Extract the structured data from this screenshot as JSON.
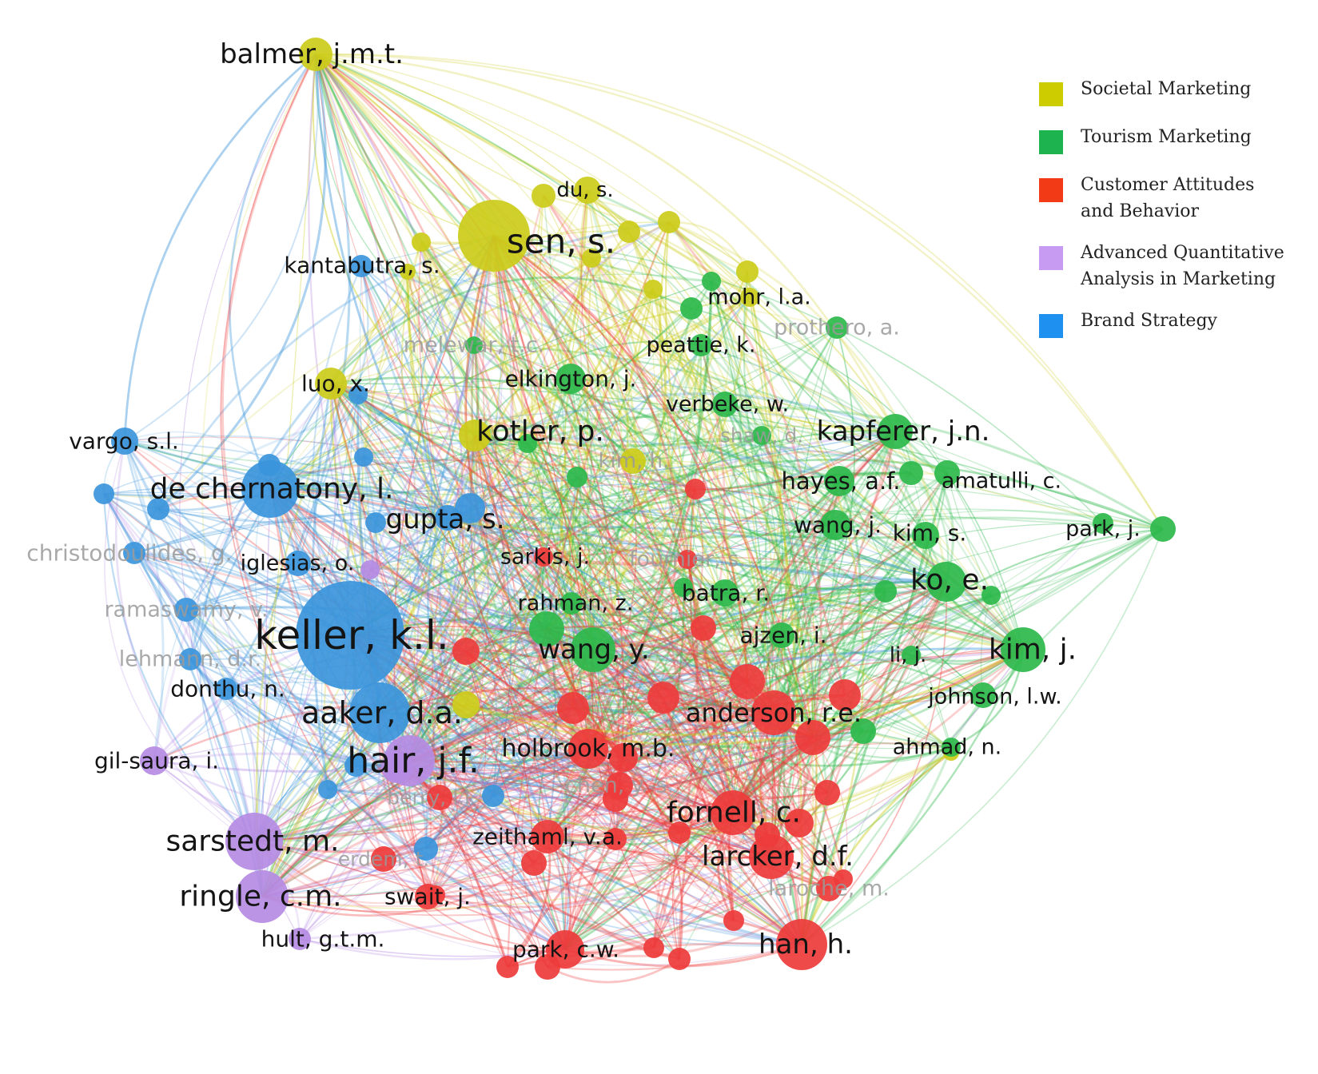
{
  "legend": {
    "items": [
      {
        "key": "societal",
        "label": "Societal Marketing",
        "color": "#CCCC00"
      },
      {
        "key": "tourism",
        "label": "Tourism Marketing",
        "color": "#1DB34F"
      },
      {
        "key": "customer",
        "label": "Customer Attitudes\nand Behavior",
        "color": "#F23A17"
      },
      {
        "key": "advanced",
        "label": "Advanced  Quantitative\nAnalysis in Marketing",
        "color": "#C79BF2"
      },
      {
        "key": "brand",
        "label": "Brand Strategy",
        "color": "#1E90F0"
      }
    ]
  },
  "cluster_colors": {
    "societal": "#CCCC1A",
    "tourism": "#2DB84B",
    "customer": "#EE3B3B",
    "advanced": "#B58BE3",
    "brand": "#3B95DB"
  },
  "nodes": [
    {
      "label": "balmer, j.m.t.",
      "c": "societal",
      "w": "major"
    },
    {
      "label": "du, s.",
      "c": "societal",
      "w": "minor"
    },
    {
      "label": "sen, s.",
      "c": "societal",
      "w": "major"
    },
    {
      "label": "kantabutra, s.",
      "c": "brand",
      "w": "minor"
    },
    {
      "label": "mohr, l.a.",
      "c": "societal",
      "w": "minor"
    },
    {
      "label": "prothero, a.",
      "c": "tourism",
      "w": "faded"
    },
    {
      "label": "melewar, t.c.",
      "c": "tourism",
      "w": "faded"
    },
    {
      "label": "peattie, k.",
      "c": "tourism",
      "w": "minor"
    },
    {
      "label": "luo, x.",
      "c": "societal",
      "w": "minor"
    },
    {
      "label": "elkington, j.",
      "c": "tourism",
      "w": "minor"
    },
    {
      "label": "verbeke, w.",
      "c": "tourism",
      "w": "minor"
    },
    {
      "label": "kapferer, j.n.",
      "c": "tourism",
      "w": "major"
    },
    {
      "label": "vargo, s.l.",
      "c": "brand",
      "w": "minor"
    },
    {
      "label": "kotler, p.",
      "c": "societal",
      "w": "major"
    },
    {
      "label": "shaw, d.",
      "c": "tourism",
      "w": "faded"
    },
    {
      "label": "kim, h.",
      "c": "societal",
      "w": "faded"
    },
    {
      "label": "de chernatony, l.",
      "c": "brand",
      "w": "major"
    },
    {
      "label": "hayes, a.f.",
      "c": "tourism",
      "w": "minor"
    },
    {
      "label": "amatulli, c.",
      "c": "tourism",
      "w": "minor"
    },
    {
      "label": "gupta, s.",
      "c": "brand",
      "w": "major"
    },
    {
      "label": "wang, j.",
      "c": "tourism",
      "w": "minor"
    },
    {
      "label": "kim, s.",
      "c": "tourism",
      "w": "minor"
    },
    {
      "label": "park, j.",
      "c": "tourism",
      "w": "minor"
    },
    {
      "label": "christodoulides, g.",
      "c": "brand",
      "w": "faded"
    },
    {
      "label": "iglesias, o.",
      "c": "brand",
      "w": "minor"
    },
    {
      "label": "sarkis, j.",
      "c": "customer",
      "w": "minor"
    },
    {
      "label": "fournier, s.",
      "c": "customer",
      "w": "faded"
    },
    {
      "label": "ko, e.",
      "c": "tourism",
      "w": "major"
    },
    {
      "label": "batra, r.",
      "c": "tourism",
      "w": "minor"
    },
    {
      "label": "ramaswamy, v.",
      "c": "brand",
      "w": "faded"
    },
    {
      "label": "rahman, z.",
      "c": "tourism",
      "w": "minor"
    },
    {
      "label": "keller, k.l.",
      "c": "brand",
      "w": "major"
    },
    {
      "label": "ajzen, i.",
      "c": "tourism",
      "w": "minor"
    },
    {
      "label": "wang, y.",
      "c": "tourism",
      "w": "major"
    },
    {
      "label": "kim, j.",
      "c": "tourism",
      "w": "major"
    },
    {
      "label": "li, j.",
      "c": "tourism",
      "w": "minor"
    },
    {
      "label": "lehmann, d.r.",
      "c": "brand",
      "w": "faded"
    },
    {
      "label": "donthu, n.",
      "c": "brand",
      "w": "minor"
    },
    {
      "label": "johnson, l.w.",
      "c": "tourism",
      "w": "minor"
    },
    {
      "label": "aaker, d.a.",
      "c": "brand",
      "w": "major"
    },
    {
      "label": "anderson, r.e.",
      "c": "customer",
      "w": "major"
    },
    {
      "label": "holbrook, m.b.",
      "c": "customer",
      "w": "minor"
    },
    {
      "label": "ahmad, n.",
      "c": "tourism",
      "w": "minor"
    },
    {
      "label": "hair, j.f.",
      "c": "advanced",
      "w": "major"
    },
    {
      "label": "gil-saura, i.",
      "c": "advanced",
      "w": "minor"
    },
    {
      "label": "chen, y.-s.",
      "c": "customer",
      "w": "faded"
    },
    {
      "label": "berry, l.l.",
      "c": "customer",
      "w": "faded"
    },
    {
      "label": "fornell, c.",
      "c": "customer",
      "w": "major"
    },
    {
      "label": "sarstedt, m.",
      "c": "advanced",
      "w": "major"
    },
    {
      "label": "zeithaml, v.a.",
      "c": "customer",
      "w": "minor"
    },
    {
      "label": "larcker, d.f.",
      "c": "customer",
      "w": "major"
    },
    {
      "label": "erdem, t.",
      "c": "customer",
      "w": "faded"
    },
    {
      "label": "laroche, m.",
      "c": "customer",
      "w": "faded"
    },
    {
      "label": "ringle, c.m.",
      "c": "advanced",
      "w": "major"
    },
    {
      "label": "swait, j.",
      "c": "customer",
      "w": "minor"
    },
    {
      "label": "hult, g.t.m.",
      "c": "advanced",
      "w": "minor"
    },
    {
      "label": "han, h.",
      "c": "customer",
      "w": "major"
    },
    {
      "label": "park, c.w.",
      "c": "customer",
      "w": "minor"
    }
  ]
}
